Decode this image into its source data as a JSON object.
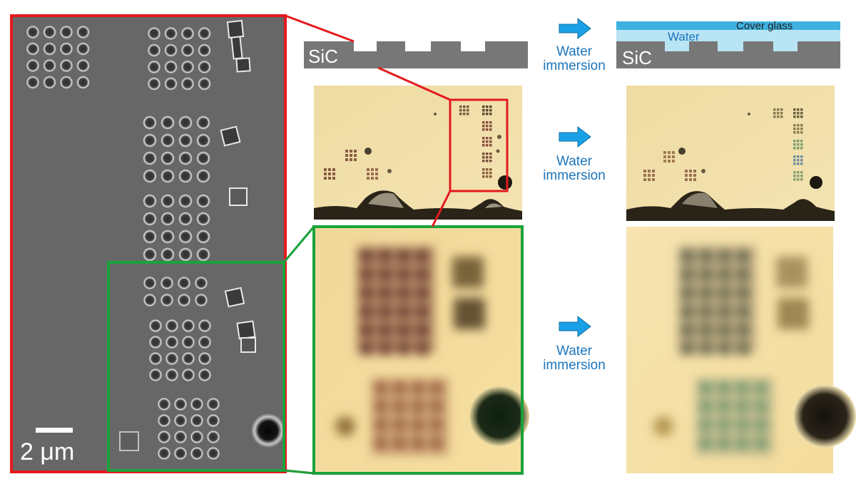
{
  "sem_panel": {
    "scale_bar_label": "2 μm"
  },
  "schematic_before": {
    "substrate_label": "SiC"
  },
  "schematic_after": {
    "substrate_label": "SiC",
    "water_label": "Water",
    "cover_label": "Cover glass"
  },
  "arrows": [
    {
      "label_line1": "Water",
      "label_line2": "immersion"
    },
    {
      "label_line1": "Water",
      "label_line2": "immersion"
    },
    {
      "label_line1": "Water",
      "label_line2": "immersion"
    }
  ],
  "colors": {
    "sem_background": "#676767",
    "red_frame": "#e5191d",
    "green_frame": "#1aa23c",
    "arrow_fill": "#1aa0e6",
    "label_blue": "#1b75bb",
    "sic_gray": "#777777",
    "water_light": "#b9e4f4",
    "cover_glass": "#3fb1e0",
    "optical_background": "#f0dfa8"
  }
}
